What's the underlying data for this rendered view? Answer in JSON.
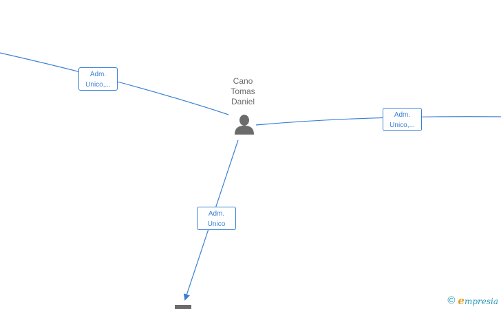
{
  "diagram": {
    "center_node": {
      "name_lines": [
        "Cano",
        "Tomas",
        "Daniel"
      ],
      "icon": "person-icon"
    },
    "edges": [
      {
        "id": "left",
        "label_lines": [
          "Adm.",
          "Unico,..."
        ]
      },
      {
        "id": "right",
        "label_lines": [
          "Adm.",
          "Unico,..."
        ]
      },
      {
        "id": "down",
        "label_lines": [
          "Adm.",
          "Unico"
        ]
      }
    ],
    "target_node": {
      "icon": "building-icon"
    },
    "colors": {
      "edge": "#3a7fd5",
      "node_icon": "#6b6b6b",
      "label_text": "#6b6b6b"
    }
  },
  "watermark": {
    "symbol": "©",
    "brand_first_letter": "e",
    "brand_rest": "mpresia"
  }
}
